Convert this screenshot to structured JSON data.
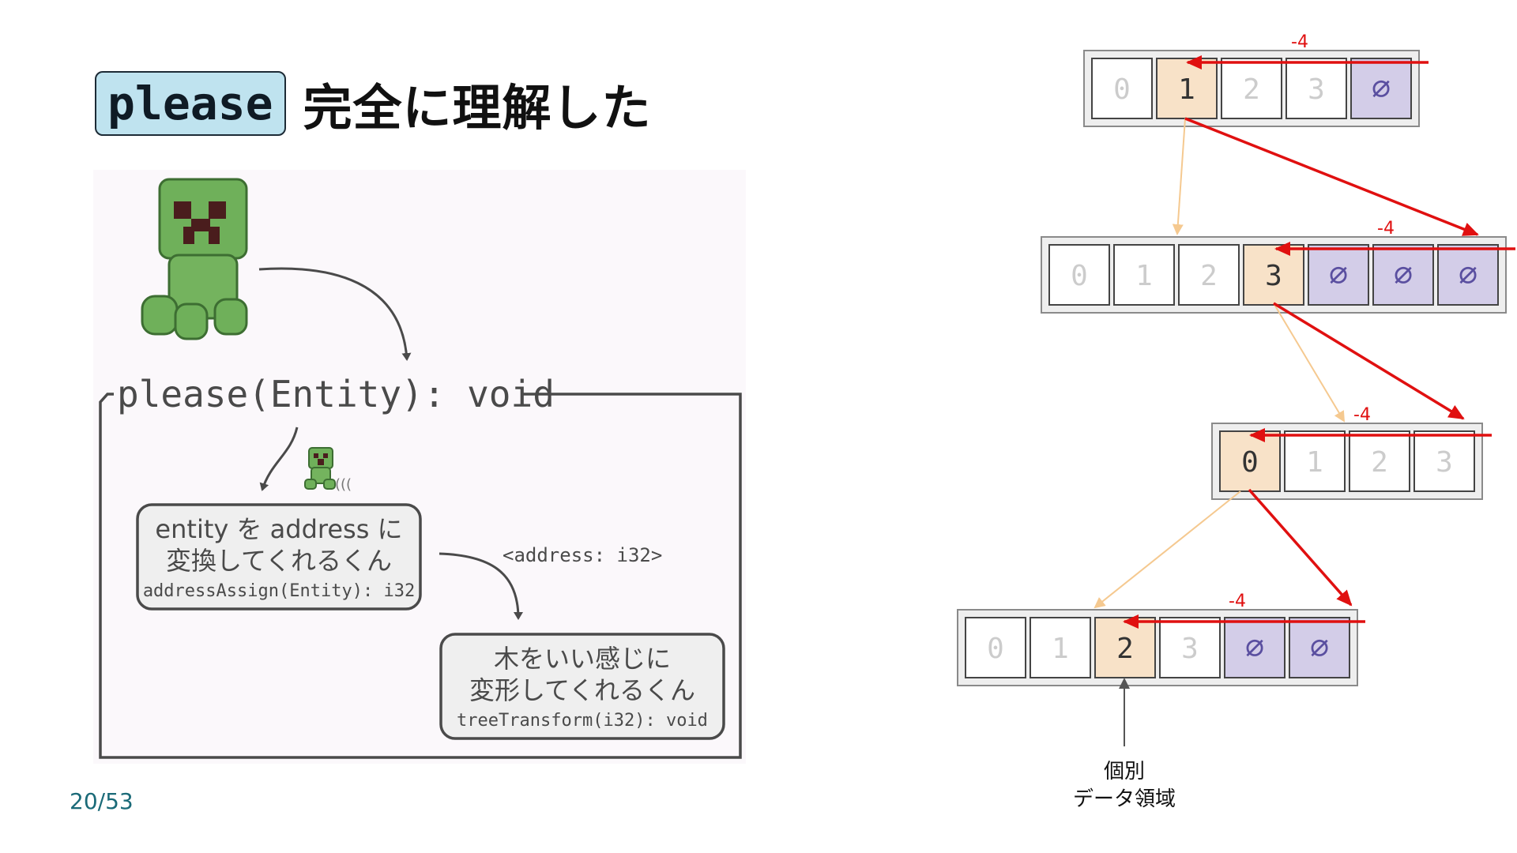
{
  "slide": {
    "title_code": "please",
    "title_text": "完全に理解した",
    "page_number": "20/53"
  },
  "illustration": {
    "signature": "please(Entity): void",
    "box1": {
      "line1": "entity を address に",
      "line2": "変換してくれるくん",
      "code": "addressAssign(Entity): i32"
    },
    "arrow_label": "<address: i32>",
    "box2": {
      "line1": "木をいい感じに",
      "line2": "変形してくれるくん",
      "code": "treeTransform(i32): void"
    },
    "wiggle": "(((",
    "character_icon": "creeper-icon"
  },
  "diagram": {
    "null_symbol": "∅",
    "step_label": "-4",
    "rows": [
      {
        "cells": [
          "0",
          "1",
          "2",
          "3",
          "∅"
        ],
        "highlight": 1
      },
      {
        "cells": [
          "0",
          "1",
          "2",
          "3",
          "∅",
          "∅",
          "∅"
        ],
        "highlight": 3
      },
      {
        "cells": [
          "0",
          "1",
          "2",
          "3"
        ],
        "highlight": 0
      },
      {
        "cells": [
          "0",
          "1",
          "2",
          "3",
          "∅",
          "∅"
        ],
        "highlight": 2
      }
    ],
    "caption_line1": "個別",
    "caption_line2": "データ領域",
    "colors": {
      "highlight_fill": "#f8e2c8",
      "null_fill": "#d3cde8",
      "red_arrow": "#e01010",
      "orange_arrow": "#f5c990"
    }
  }
}
